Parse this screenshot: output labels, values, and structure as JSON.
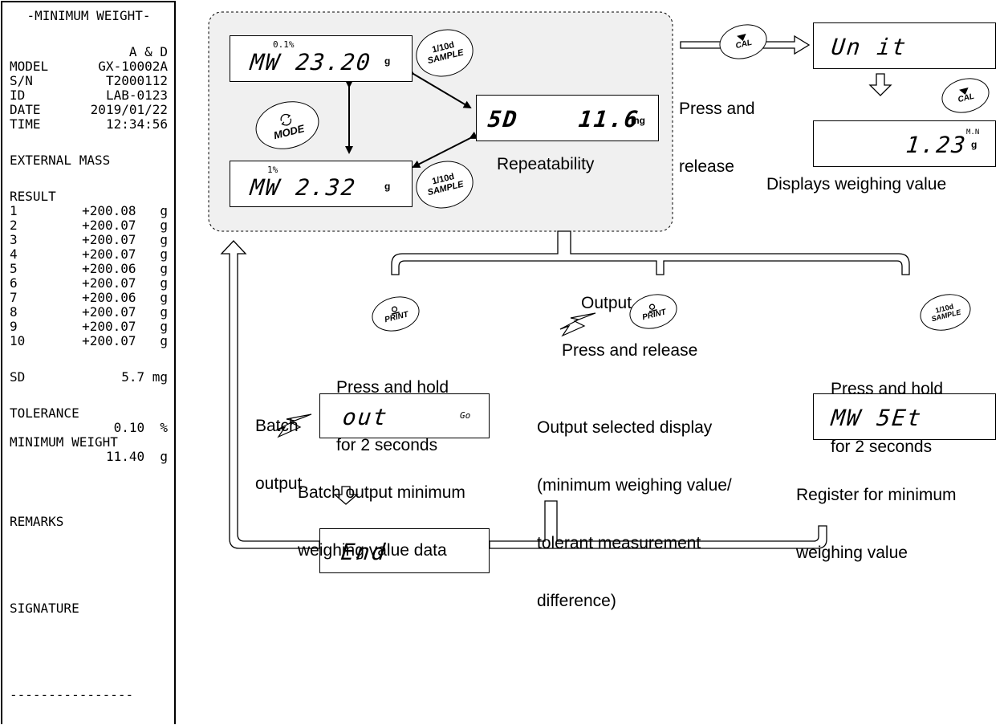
{
  "printout": {
    "title": "-MINIMUM WEIGHT-",
    "maker": "A & D",
    "fields": [
      {
        "label": "MODEL",
        "value": "GX-10002A"
      },
      {
        "label": "S/N",
        "value": "T2000112"
      },
      {
        "label": "ID",
        "value": "LAB-0123"
      },
      {
        "label": "DATE",
        "value": "2019/01/22"
      },
      {
        "label": "TIME",
        "value": "12:34:56"
      }
    ],
    "external_mass": "EXTERNAL MASS",
    "result_header": "RESULT",
    "results": [
      {
        "n": "1",
        "value": "+200.08",
        "unit": "g"
      },
      {
        "n": "2",
        "value": "+200.07",
        "unit": "g"
      },
      {
        "n": "3",
        "value": "+200.07",
        "unit": "g"
      },
      {
        "n": "4",
        "value": "+200.07",
        "unit": "g"
      },
      {
        "n": "5",
        "value": "+200.06",
        "unit": "g"
      },
      {
        "n": "6",
        "value": "+200.07",
        "unit": "g"
      },
      {
        "n": "7",
        "value": "+200.06",
        "unit": "g"
      },
      {
        "n": "8",
        "value": "+200.07",
        "unit": "g"
      },
      {
        "n": "9",
        "value": "+200.07",
        "unit": "g"
      },
      {
        "n": "10",
        "value": "+200.07",
        "unit": "g"
      }
    ],
    "sd": {
      "label": "SD",
      "value": "5.7 mg"
    },
    "tolerance": {
      "label": "TOLERANCE",
      "value": "0.10  %"
    },
    "minimum_weight": {
      "label": "MINIMUM WEIGHT",
      "value": "11.40  g"
    },
    "remarks": "REMARKS",
    "signature": "SIGNATURE",
    "footer": "----------------"
  },
  "displays": {
    "mw_01": {
      "small": "0.1%",
      "main": "MW 23.20",
      "unit": "g"
    },
    "mw_1": {
      "small": "1%",
      "main": "MW 2.32",
      "unit": "g"
    },
    "sd": {
      "main": "5D    11.6",
      "unit": "mg"
    },
    "unit": {
      "main": "Un it"
    },
    "weigh": {
      "main": "1.23",
      "unit": "g",
      "small": "M.N"
    },
    "out": {
      "main": "out",
      "small": "Go"
    },
    "end": {
      "main": "End"
    },
    "mw_set": {
      "main": "MW 5Et"
    }
  },
  "buttons": {
    "sample": {
      "line1": "1/10d",
      "line2": "SAMPLE"
    },
    "mode": {
      "line2": "MODE",
      "icon": "refresh-icon"
    },
    "cal": {
      "line2": "CAL",
      "icon": "triangle-down-icon"
    },
    "print": {
      "line2": "PRINT",
      "icon": "print-icon"
    }
  },
  "labels": {
    "repeatability": "Repeatability",
    "press_release_cal": [
      "Press and",
      "release"
    ],
    "displays_weighing": "Displays weighing value",
    "press_hold_left": [
      "Press and hold",
      "for 2 seconds"
    ],
    "output": "Output",
    "press_release_mid": "Press and release",
    "press_hold_right": [
      "Press and hold",
      "for 2 seconds"
    ],
    "batch_output": [
      "Batch",
      "output"
    ],
    "batch_output_desc": [
      "Batch output minimum",
      "weighing value data"
    ],
    "output_selected": [
      "Output selected display",
      "(minimum weighing value/",
      "tolerant measurement",
      "difference)"
    ],
    "register": [
      "Register for minimum",
      "weighing value"
    ]
  },
  "colors": {
    "panel_fill": "#f0f0f0",
    "line": "#000000"
  }
}
